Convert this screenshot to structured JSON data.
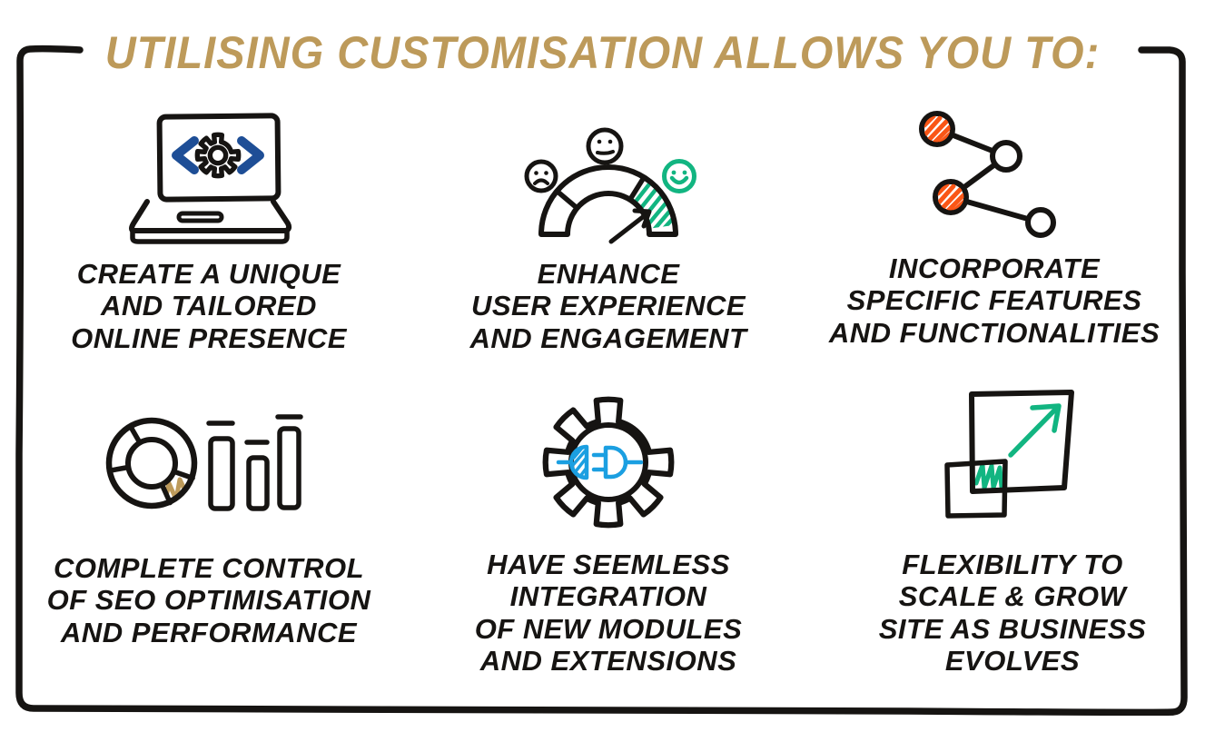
{
  "title": "UTILISING CUSTOMISATION ALLOWS YOU TO:",
  "colors": {
    "gold": "#BD9A5A",
    "ink": "#161412",
    "green": "#12B581",
    "orange": "#FA5616",
    "blue": "#1B9FE1",
    "navy": "#1E4E96"
  },
  "panels": [
    {
      "icon": "laptop-code-icon",
      "caption": "CREATE A UNIQUE\nAND TAILORED\nONLINE PRESENCE"
    },
    {
      "icon": "satisfaction-gauge-icon",
      "caption": "ENHANCE\nUSER EXPERIENCE\nAND ENGAGEMENT"
    },
    {
      "icon": "network-nodes-icon",
      "caption": "INCORPORATE\nSPECIFIC FEATURES\nAND FUNCTIONALITIES"
    },
    {
      "icon": "donut-bar-chart-icon",
      "caption": "COMPLETE CONTROL\nOF SEO OPTIMISATION\nAND PERFORMANCE"
    },
    {
      "icon": "gear-plug-icon",
      "caption": "HAVE SEEMLESS\nINTEGRATION\nOF NEW MODULES\nAND EXTENSIONS"
    },
    {
      "icon": "scale-squares-icon",
      "caption": "FLEXIBILITY TO\nSCALE & GROW\nSITE AS BUSINESS\nEVOLVES"
    }
  ]
}
